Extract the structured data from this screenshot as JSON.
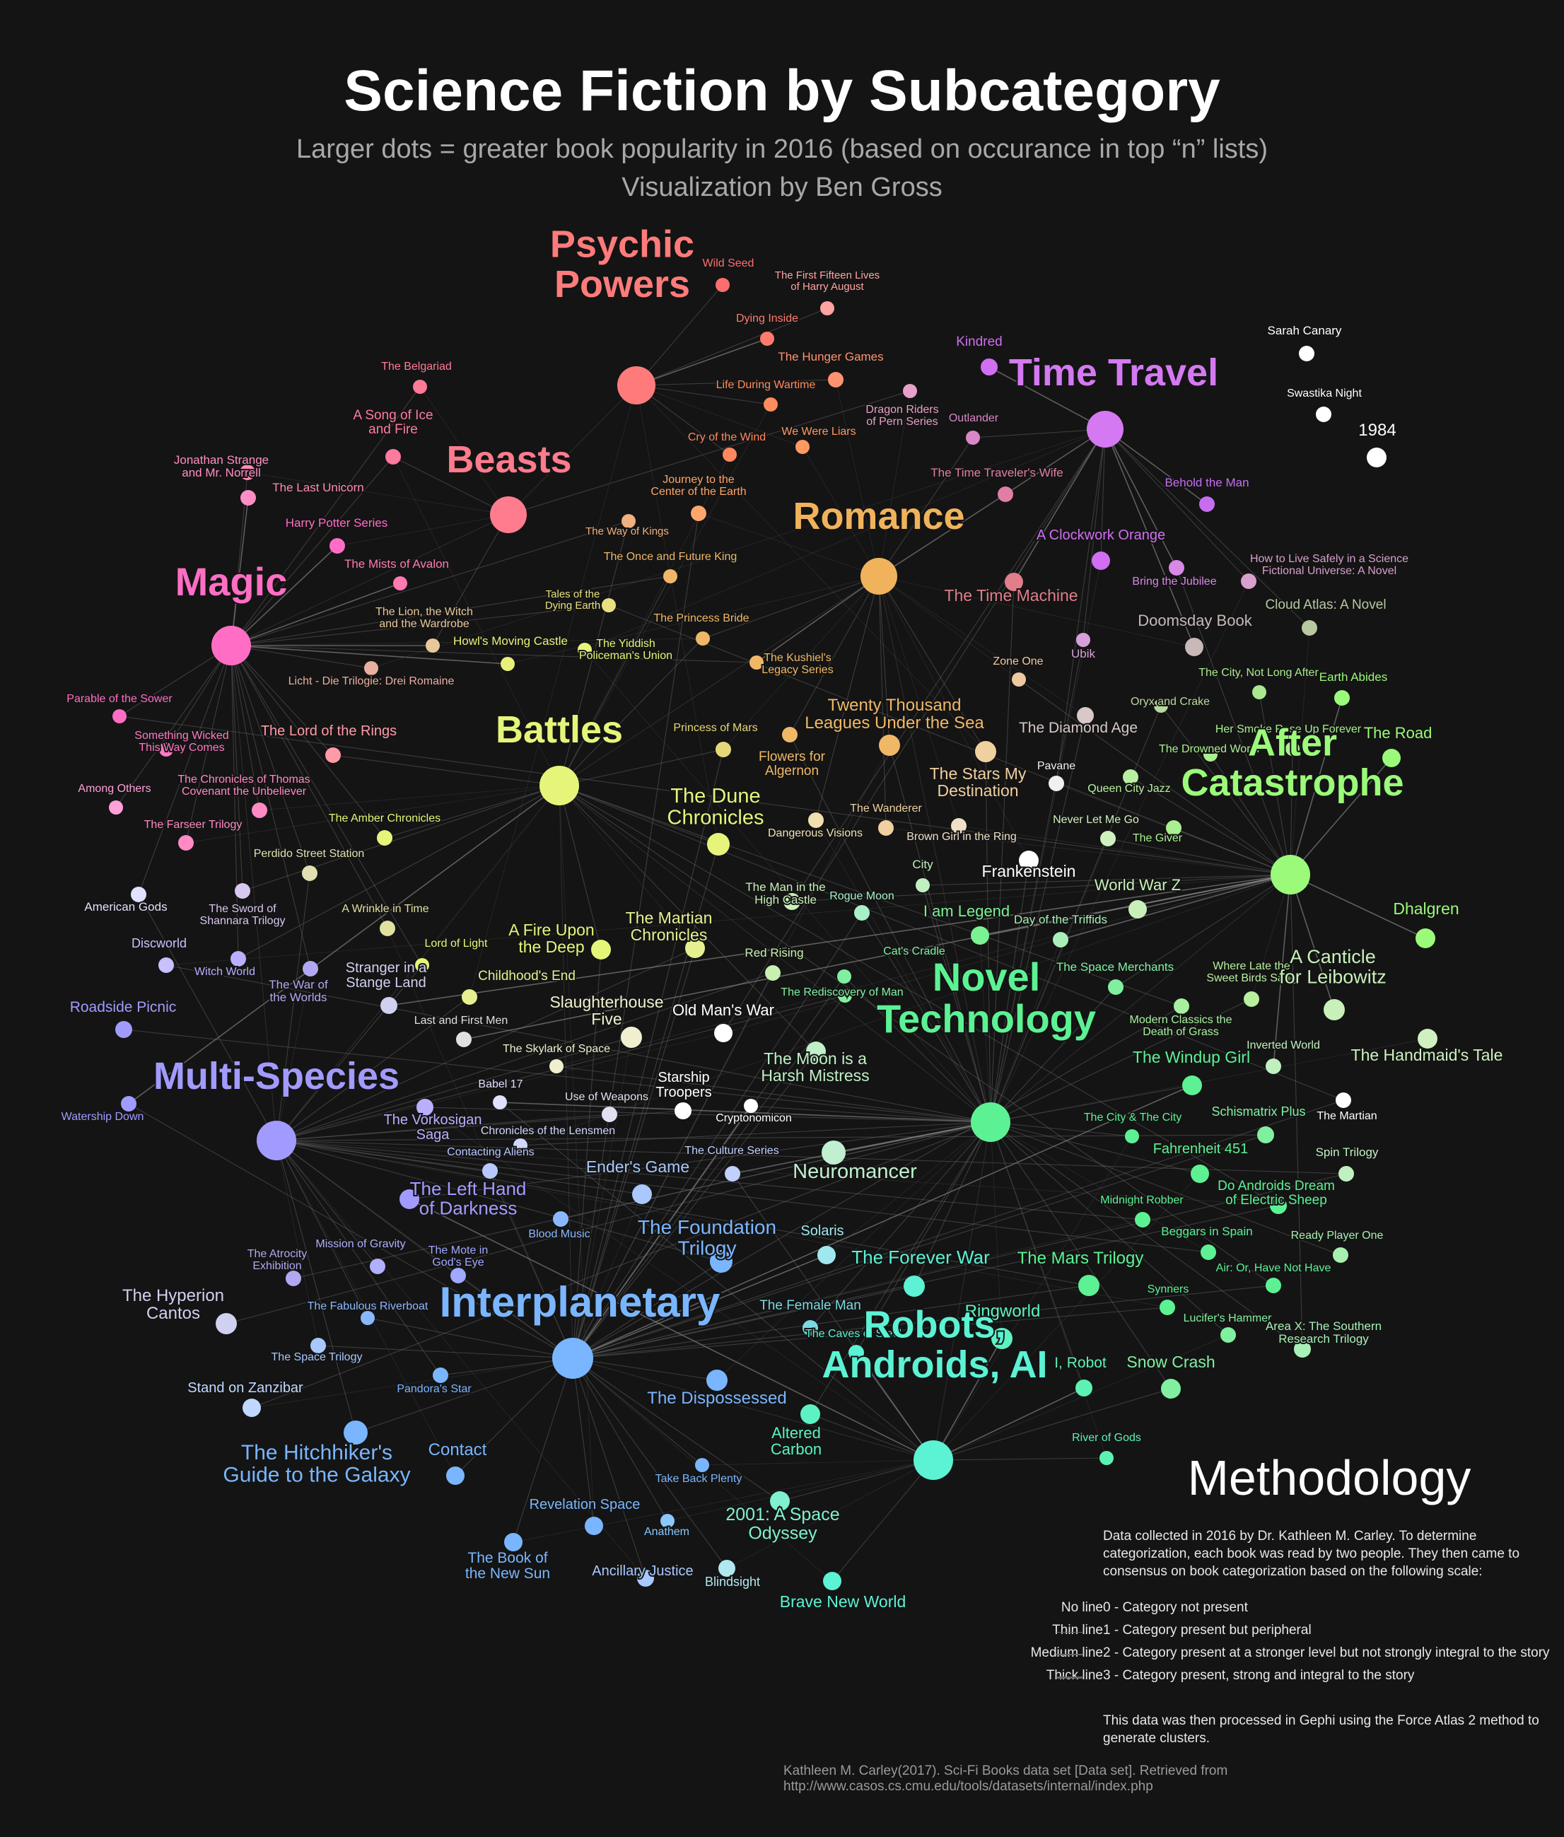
{
  "header": {
    "title": "Science Fiction by Subcategory",
    "subtitle_1": "Larger dots = greater book popularity in 2016 (based on occurance in top “n” lists)",
    "subtitle_2": "Visualization by Ben Gross"
  },
  "categories": [
    {
      "label": "Psychic\nPowers",
      "color": "#ff7b7b",
      "r": 27,
      "size": 54
    },
    {
      "label": "Time Travel",
      "color": "#d479f2",
      "r": 26,
      "size": 54
    },
    {
      "label": "Beasts",
      "color": "#ff7b8e",
      "r": 26,
      "size": 54
    },
    {
      "label": "Romance",
      "color": "#f0b35c",
      "r": 26,
      "size": 54
    },
    {
      "label": "Magic",
      "color": "#ff6ec4",
      "r": 28,
      "size": 56
    },
    {
      "label": "Battles",
      "color": "#e6f57a",
      "r": 28,
      "size": 54
    },
    {
      "label": "After\nCatastrophe",
      "color": "#9bfa7a",
      "r": 28,
      "size": 54
    },
    {
      "label": "Novel\nTechnology",
      "color": "#5cf294",
      "r": 28,
      "size": 56
    },
    {
      "label": "Multi-Species",
      "color": "#a29bff",
      "r": 28,
      "size": 54
    },
    {
      "label": "Interplanetary",
      "color": "#7ab6ff",
      "r": 29,
      "size": 60
    },
    {
      "label": "Robots,\nAndroids, AI",
      "color": "#5cf2d4",
      "r": 28,
      "size": 54
    }
  ],
  "books": [
    {
      "label": "Wild Seed",
      "color": "#ff6e6e"
    },
    {
      "label": "The First Fifteen Lives\nof Harry August",
      "color": "#ffa3a3"
    },
    {
      "label": "Dying Inside",
      "color": "#ff7b6e"
    },
    {
      "label": "The Hunger Games",
      "color": "#ff9370"
    },
    {
      "label": "Life During Wartime",
      "color": "#ff8c5c"
    },
    {
      "label": "Kindred",
      "color": "#d16ef2"
    },
    {
      "label": "Dragon Riders\nof Pern Series",
      "color": "#e7a0c9"
    },
    {
      "label": "Outlander",
      "color": "#d888c6"
    },
    {
      "label": "We Were Liars",
      "color": "#ff9a60"
    },
    {
      "label": "Cry of the Wind",
      "color": "#ff8860"
    },
    {
      "label": "The Belgariad",
      "color": "#ff7a96"
    },
    {
      "label": "A Song of Ice\nand Fire",
      "color": "#ff7a9f"
    },
    {
      "label": "Jonathan Strange\nand Mr. Norrell",
      "color": "#ff8ec4"
    },
    {
      "label": "The Last Unicorn",
      "color": "#ff8ab6"
    },
    {
      "label": "Journey to the\nCenter of the Earth",
      "color": "#ffa66b"
    },
    {
      "label": "The Time Traveler's Wife",
      "color": "#e07ea6"
    },
    {
      "label": "Behold the Man",
      "color": "#c66ef2"
    },
    {
      "label": "Sarah Canary",
      "color": "#ffffff"
    },
    {
      "label": "Swastika Night",
      "color": "#ffffff"
    },
    {
      "label": "1984",
      "color": "#ffffff"
    },
    {
      "label": "Harry Potter Series",
      "color": "#ff6ec4"
    },
    {
      "label": "The Way of Kings",
      "color": "#f0b080"
    },
    {
      "label": "A Clockwork Orange",
      "color": "#d16ef2"
    },
    {
      "label": "The Mists of Avalon",
      "color": "#ff7ab0"
    },
    {
      "label": "The Once and Future King",
      "color": "#f0b866"
    },
    {
      "label": "The Time Machine",
      "color": "#e07e8a"
    },
    {
      "label": "Bring the Jubilee",
      "color": "#d888e6"
    },
    {
      "label": "How to Live Safely in a Science\nFictional Universe: A Novel",
      "color": "#d8a0cc"
    },
    {
      "label": "Tales of the\nDying Earth",
      "color": "#e8e080"
    },
    {
      "label": "The Lion, the Witch\nand the Wardrobe",
      "color": "#e8c89a"
    },
    {
      "label": "The Princess Bride",
      "color": "#f0b866"
    },
    {
      "label": "Howl's Moving Castle",
      "color": "#e8f07a"
    },
    {
      "label": "The Yiddish\nPoliceman's Union",
      "color": "#e6f57a"
    },
    {
      "label": "Cloud Atlas: A Novel",
      "color": "#b8c8a0"
    },
    {
      "label": "Doomsday Book",
      "color": "#c8b8b8"
    },
    {
      "label": "Ubik",
      "color": "#d8a0d8"
    },
    {
      "label": "The Kushiel's\nLegacy Series",
      "color": "#f0b866"
    },
    {
      "label": "Licht - Die Trilogie: Drei Romaine",
      "color": "#e8b0a0"
    },
    {
      "label": "Zone One",
      "color": "#f0c8a0"
    },
    {
      "label": "The City, Not Long After",
      "color": "#a8e890"
    },
    {
      "label": "Earth Abides",
      "color": "#9bfa7a"
    },
    {
      "label": "Parable of the Sower",
      "color": "#ff6ec4"
    },
    {
      "label": "Something Wicked\nThis Way Comes",
      "color": "#ff7ac4"
    },
    {
      "label": "Twenty Thousand\nLeagues Under the Sea",
      "color": "#f0b866"
    },
    {
      "label": "Oryx and Crake",
      "color": "#b8d8a0"
    },
    {
      "label": "The Diamond Age",
      "color": "#d8c8c8"
    },
    {
      "label": "Her Smoke Rose Up Forever",
      "color": "#a8f090"
    },
    {
      "label": "The Road",
      "color": "#9bfa7a"
    },
    {
      "label": "Princess of Mars",
      "color": "#e6d87a"
    },
    {
      "label": "Flowers for\nAlgernon",
      "color": "#f0b866"
    },
    {
      "label": "The Lord of the Rings",
      "color": "#ff9aa8"
    },
    {
      "label": "The Drowned World",
      "color": "#a8f090"
    },
    {
      "label": "Among Others",
      "color": "#ffa0d8"
    },
    {
      "label": "The Chronicles of Thomas\nCovenant the Unbeliever",
      "color": "#ff8ac4"
    },
    {
      "label": "The Stars My\nDestination",
      "color": "#f0d0a0"
    },
    {
      "label": "Pavane",
      "color": "#f0f0f0"
    },
    {
      "label": "Queen City Jazz",
      "color": "#b8f0a0"
    },
    {
      "label": "The Dune\nChronicles",
      "color": "#e6f57a"
    },
    {
      "label": "The Amber Chronicles",
      "color": "#e6f57a"
    },
    {
      "label": "The Farseer Trilogy",
      "color": "#ff8ac4"
    },
    {
      "label": "The Wanderer",
      "color": "#f0d0a0"
    },
    {
      "label": "Dangerous Visions",
      "color": "#f0e0b0"
    },
    {
      "label": "Brown Girl in the Ring",
      "color": "#f0e0c8"
    },
    {
      "label": "Never Let Me Go",
      "color": "#d0f0c0"
    },
    {
      "label": "The Giver",
      "color": "#a8f090"
    },
    {
      "label": "Perdido Street Station",
      "color": "#e0e0b0"
    },
    {
      "label": "Frankenstein",
      "color": "#ffffff"
    },
    {
      "label": "City",
      "color": "#c0f0c0"
    },
    {
      "label": "American Gods",
      "color": "#e0e0ff"
    },
    {
      "label": "The Sword of\nShannara Trilogy",
      "color": "#d8c8f0"
    },
    {
      "label": "The Man in the\nHigh Castle",
      "color": "#c8f0b8"
    },
    {
      "label": "World War Z",
      "color": "#c8f0b8"
    },
    {
      "label": "Rogue Moon",
      "color": "#a8f0c8"
    },
    {
      "label": "A Wrinkle in Time",
      "color": "#e0e0a0"
    },
    {
      "label": "I am Legend",
      "color": "#7af294"
    },
    {
      "label": "Day of the Triffids",
      "color": "#a8f0b8"
    },
    {
      "label": "Dhalgren",
      "color": "#9bfa7a"
    },
    {
      "label": "A Fire Upon\nthe Deep",
      "color": "#e6f57a"
    },
    {
      "label": "The Martian\nChronicles",
      "color": "#e6f090"
    },
    {
      "label": "Discworld",
      "color": "#c8c0ff"
    },
    {
      "label": "Lord of Light",
      "color": "#e6f57a"
    },
    {
      "label": "Witch World",
      "color": "#b8b0ff"
    },
    {
      "label": "The War of\nthe Worlds",
      "color": "#b0a8f0"
    },
    {
      "label": "Red Rising",
      "color": "#c8f0b0"
    },
    {
      "label": "Cat's Cradle",
      "color": "#80f0a0"
    },
    {
      "label": "The Space Merchants",
      "color": "#80f0a0"
    },
    {
      "label": "Where Late the\nSweet Birds Sang",
      "color": "#b8f0a0"
    },
    {
      "label": "A Canticle\nfor Leibowitz",
      "color": "#c8f0b8"
    },
    {
      "label": "Stranger in a\nStange Land",
      "color": "#d0d0f0"
    },
    {
      "label": "Childhood's End",
      "color": "#e6f090"
    },
    {
      "label": "The Rediscovery of Man",
      "color": "#80f0a0"
    },
    {
      "label": "Roadside Picnic",
      "color": "#a29bff"
    },
    {
      "label": "Slaughterhouse\nFive",
      "color": "#f0f0d0"
    },
    {
      "label": "Old Man's War",
      "color": "#ffffff"
    },
    {
      "label": "Modern Classics the\nDeath of Grass",
      "color": "#a8f0a0"
    },
    {
      "label": "Last and First Men",
      "color": "#e0e0e0"
    },
    {
      "label": "The Handmaid's Tale",
      "color": "#d0f0c0"
    },
    {
      "label": "Inverted World",
      "color": "#c0f0c0"
    },
    {
      "label": "The Skylark of Space",
      "color": "#f0f0d0"
    },
    {
      "label": "The Moon is a\nHarsh Mistress",
      "color": "#c0f0c8"
    },
    {
      "label": "The Windup Girl",
      "color": "#5cf294"
    },
    {
      "label": "Babel 17",
      "color": "#e0e0ff"
    },
    {
      "label": "Starship\nTroopers",
      "color": "#ffffff"
    },
    {
      "label": "Watership Down",
      "color": "#a29bff"
    },
    {
      "label": "Use of Weapons",
      "color": "#e0e0f0"
    },
    {
      "label": "The Martian",
      "color": "#ffffff"
    },
    {
      "label": "Cryptonomicon",
      "color": "#ffffff"
    },
    {
      "label": "The Vorkosigan\nSaga",
      "color": "#b8b0ff"
    },
    {
      "label": "Schismatrix Plus",
      "color": "#80f0a0"
    },
    {
      "label": "The City & The City",
      "color": "#5cf294"
    },
    {
      "label": "Chronicles of the Lensmen",
      "color": "#d0d8ff"
    },
    {
      "label": "Spin Trilogy",
      "color": "#c0f0c0"
    },
    {
      "label": "Fahrenheit 451",
      "color": "#5cf294"
    },
    {
      "label": "Neuromancer",
      "color": "#c0f0d0"
    },
    {
      "label": "The Culture Series",
      "color": "#c0d0ff"
    },
    {
      "label": "Contacting Aliens",
      "color": "#b8c8ff"
    },
    {
      "label": "Ender's Game",
      "color": "#a8c8ff"
    },
    {
      "label": "Do Androids Dream\nof Electric Sheep",
      "color": "#5cf294"
    },
    {
      "label": "The Left Hand\nof Darkness",
      "color": "#a29bff"
    },
    {
      "label": "Midnight Robber",
      "color": "#5cf294"
    },
    {
      "label": "Blood Music",
      "color": "#8ab8ff"
    },
    {
      "label": "The Foundation\nTrilogy",
      "color": "#7ab6ff"
    },
    {
      "label": "Solaris",
      "color": "#a0e8f0"
    },
    {
      "label": "Beggars in Spain",
      "color": "#5cf294"
    },
    {
      "label": "Ready Player One",
      "color": "#a8f0b0"
    },
    {
      "label": "The Atrocity\nExhibition",
      "color": "#b0a8f0"
    },
    {
      "label": "Mission of Gravity",
      "color": "#b0b0ff"
    },
    {
      "label": "The Mote in\nGod's Eye",
      "color": "#a0a8ff"
    },
    {
      "label": "The Mars Trilogy",
      "color": "#5cf294"
    },
    {
      "label": "The Forever War",
      "color": "#5cf2d4"
    },
    {
      "label": "Air: Or, Have Not Have",
      "color": "#5cf294"
    },
    {
      "label": "The Hyperion\nCantos",
      "color": "#d0d0f0"
    },
    {
      "label": "The Fabulous Riverboat",
      "color": "#8ab8ff"
    },
    {
      "label": "Synners",
      "color": "#5cf294"
    },
    {
      "label": "The Female Man",
      "color": "#7ad8e0"
    },
    {
      "label": "Lucifer's Hammer",
      "color": "#80f0a0"
    },
    {
      "label": "Area X: The Southern\nResearch Trilogy",
      "color": "#a8f0b8"
    },
    {
      "label": "Ringworld",
      "color": "#5cf2c4"
    },
    {
      "label": "The Caves of Steel",
      "color": "#5cf2d4"
    },
    {
      "label": "The Space Trilogy",
      "color": "#a8c8ff"
    },
    {
      "label": "I, Robot",
      "color": "#5cf2b4"
    },
    {
      "label": "Snow Crash",
      "color": "#80f0a0"
    },
    {
      "label": "Pandora's Star",
      "color": "#7ab6ff"
    },
    {
      "label": "Stand on Zanzibar",
      "color": "#c0d8ff"
    },
    {
      "label": "The Dispossessed",
      "color": "#7ab6ff"
    },
    {
      "label": "Altered\nCarbon",
      "color": "#5cf2c4"
    },
    {
      "label": "River of Gods",
      "color": "#5cf2b4"
    },
    {
      "label": "The Hitchhiker's\nGuide to the Galaxy",
      "color": "#7ab6ff"
    },
    {
      "label": "Contact",
      "color": "#7ab6ff"
    },
    {
      "label": "Take Back Plenty",
      "color": "#7ab6ff"
    },
    {
      "label": "2001: A Space\nOdyssey",
      "color": "#80f0d0"
    },
    {
      "label": "Revelation Space",
      "color": "#7ab6ff"
    },
    {
      "label": "Anathem",
      "color": "#8ac8ff"
    },
    {
      "label": "The Book of\nthe New Sun",
      "color": "#7ab6ff"
    },
    {
      "label": "Ancillary Justice",
      "color": "#a8c8ff"
    },
    {
      "label": "Blindsight",
      "color": "#b0e8f0"
    },
    {
      "label": "Brave New World",
      "color": "#5cf2d4"
    }
  ],
  "methodology": {
    "title": "Methodology",
    "intro": "Data collected in 2016 by Dr. Kathleen M. Carley. To determine categorization, each book was read by two people. They then came to consensus on book categorization based on the following scale:",
    "scale": [
      {
        "label": "No line",
        "desc": "0 - Category not present",
        "line": 0
      },
      {
        "label": "Thin line",
        "desc": "1 - Category present but peripheral",
        "line": 1
      },
      {
        "label": "Medium line",
        "desc": "2 - Category present at a stronger level but not strongly integral to the story",
        "line": 2
      },
      {
        "label": "Thick line",
        "desc": "3 - Category present, strong and integral to the story",
        "line": 3
      }
    ],
    "outro": "This data was then processed in Gephi using the Force Atlas 2 method to generate clusters."
  },
  "citation": "Kathleen M. Carley(2017). Sci-Fi Books data set [Data set]. Retrieved from http://www.casos.cs.cmu.edu/tools/datasets/internal/index.php"
}
